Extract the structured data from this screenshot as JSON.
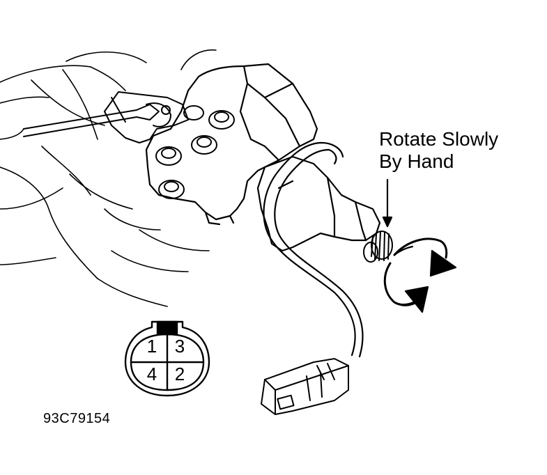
{
  "callout": {
    "line1": "Rotate Slowly",
    "line2": "By Hand"
  },
  "connector": {
    "pins": [
      "1",
      "3",
      "4",
      "2"
    ]
  },
  "figure_id": "93C79154",
  "colors": {
    "ink": "#000000",
    "paper": "#ffffff"
  }
}
